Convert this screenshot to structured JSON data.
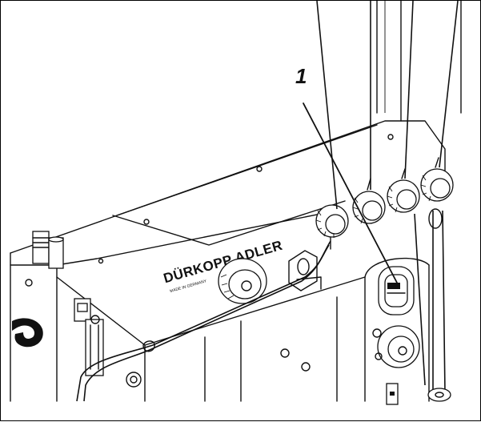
{
  "callout": {
    "number": "1"
  },
  "machine": {
    "brand": "DÜRKOPP ADLER",
    "made_in": "MADE IN GERMANY"
  }
}
